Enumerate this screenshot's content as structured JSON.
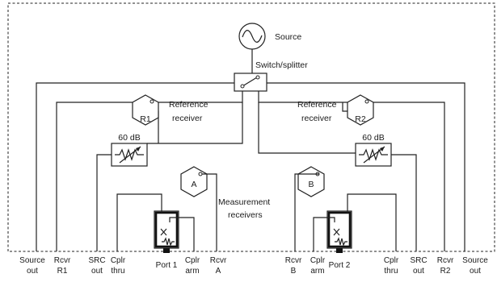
{
  "source": {
    "label": "Source"
  },
  "switch": {
    "label": "Switch/splitter"
  },
  "reference": {
    "left_label": [
      "Reference",
      "receiver"
    ],
    "right_label": [
      "Reference",
      "receiver"
    ],
    "left_receiver": "R1",
    "right_receiver": "R2"
  },
  "attenuators": {
    "left": "60 dB",
    "right": "60 dB"
  },
  "measurement": {
    "label": [
      "Measurement",
      "receivers"
    ],
    "left_receiver": "A",
    "right_receiver": "B"
  },
  "ports": [
    {
      "label": "Port 1"
    },
    {
      "label": "Port 2"
    }
  ],
  "bottom_labels": [
    [
      "Source",
      "out"
    ],
    [
      "Rcvr",
      "R1"
    ],
    [
      "SRC",
      "out"
    ],
    [
      "Cplr",
      "thru"
    ],
    [
      "Cplr",
      "arm"
    ],
    [
      "Rcvr",
      "A"
    ],
    [
      "Rcvr",
      "B"
    ],
    [
      "Cplr",
      "arm"
    ],
    [
      "Cplr",
      "thru"
    ],
    [
      "SRC",
      "out"
    ],
    [
      "Rcvr",
      "R2"
    ],
    [
      "Source",
      "out"
    ]
  ]
}
